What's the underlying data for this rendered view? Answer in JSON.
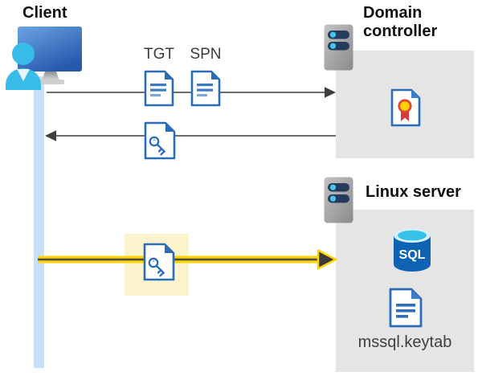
{
  "nodes": {
    "client": {
      "label": "Client"
    },
    "domain_controller": {
      "label": "Domain controller"
    },
    "linux_server": {
      "label": "Linux server"
    }
  },
  "labels": {
    "tgt": "TGT",
    "spn": "SPN",
    "sql": "SQL",
    "keytab_file": "mssql.keytab"
  },
  "colors": {
    "doc_blue": "#2b6cb8",
    "box_gray": "#e5e5e5",
    "lifeline_blue": "#c9def7",
    "highlight_bg": "#faf3cc",
    "arrow_gray": "#3f3f3f",
    "arrow_yellow": "#ffd400",
    "sql_body_blue": "#0e63b3",
    "person_cyan": "#38bdea",
    "cert_yellow": "#ffd105",
    "cert_red": "#d93a3a"
  }
}
